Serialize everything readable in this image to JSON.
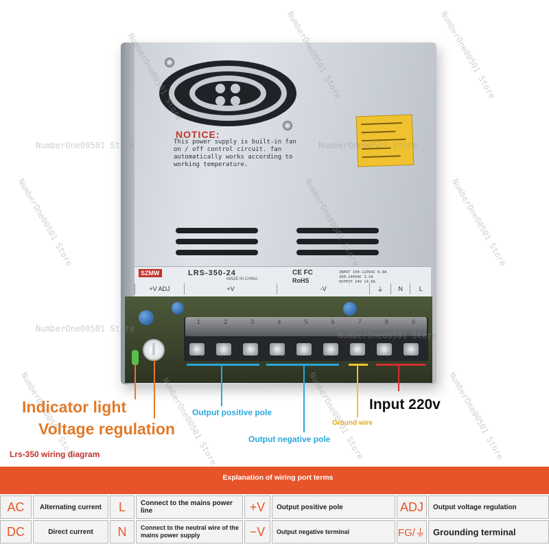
{
  "watermark": "NumberOne00501 Store",
  "product": {
    "notice_title": "NOTICE:",
    "notice_text": "This power supply is built-in fan on / off control circuit. fan automatically works according to working temperature.",
    "brand": "SZMW",
    "model": "LRS-350-24",
    "made_in": "MADE IN CHINA",
    "cert_ce": "CE FC",
    "cert_rohs": "RoHS",
    "spec_line1": "INPUT 100-120VAC 6.8A",
    "spec_line2": "200-240VAC 3.5A",
    "spec_line3": "OUTPUT 24V 14.6A",
    "terminal_labels": [
      "+V ADJ",
      "+V",
      "-V",
      "⏚",
      "N",
      "L"
    ],
    "terminal_numbers": [
      "1",
      "2",
      "3",
      "4",
      "5",
      "6",
      "7",
      "8",
      "9"
    ]
  },
  "annotations": {
    "indicator_light": "Indicator light",
    "voltage_regulation": "Voltage regulation",
    "output_positive": "Output positive pole",
    "output_negative": "Output negative pole",
    "ground_wire": "Ground wire",
    "input": "Input 220v",
    "diagram_title": "Lrs-350 wiring diagram"
  },
  "colors": {
    "orange": "#e8542a",
    "annotation_orange": "#e07a2a",
    "blue": "#29a8dc",
    "yellow": "#f0c22f",
    "red": "#d32f2f"
  },
  "explanation": {
    "title": "Explanation of wiring port terms",
    "rows": [
      [
        {
          "symbol": "AC",
          "desc": "Alternating current"
        },
        {
          "symbol": "L",
          "desc": "Connect to the mains power line"
        },
        {
          "symbol": "+V",
          "desc": "Output positive pole"
        },
        {
          "symbol": "ADJ",
          "desc": "Output voltage regulation"
        }
      ],
      [
        {
          "symbol": "DC",
          "desc": "Direct current"
        },
        {
          "symbol": "N",
          "desc": "Connect to the neutral wire of the mains power supply"
        },
        {
          "symbol": "−V",
          "desc": "Output negative terminal"
        },
        {
          "symbol": "FG/⏚",
          "desc": "Grounding terminal"
        }
      ]
    ]
  }
}
